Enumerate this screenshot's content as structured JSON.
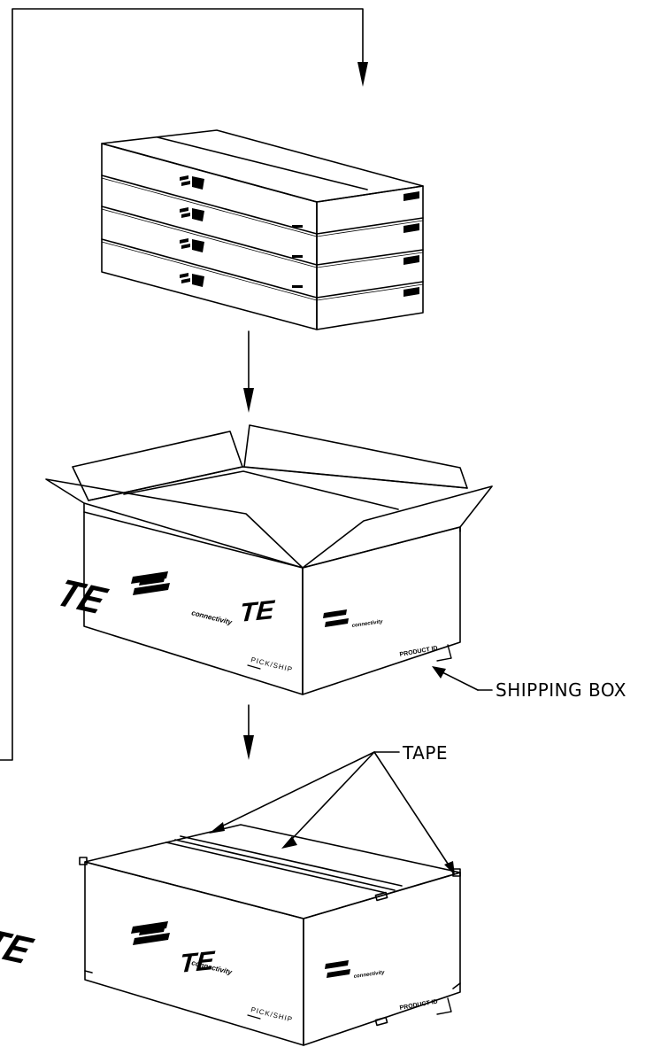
{
  "diagram": {
    "callouts": {
      "shipping_box": "SHIPPING BOX",
      "tape": "TAPE"
    },
    "box_markings": {
      "brand": "TE",
      "brand_sub": "connectivity",
      "pick_ship": "PICK/SHIP",
      "product_id": "PRODUCT ID",
      "product_id_small": "PRODUCT ID"
    }
  }
}
